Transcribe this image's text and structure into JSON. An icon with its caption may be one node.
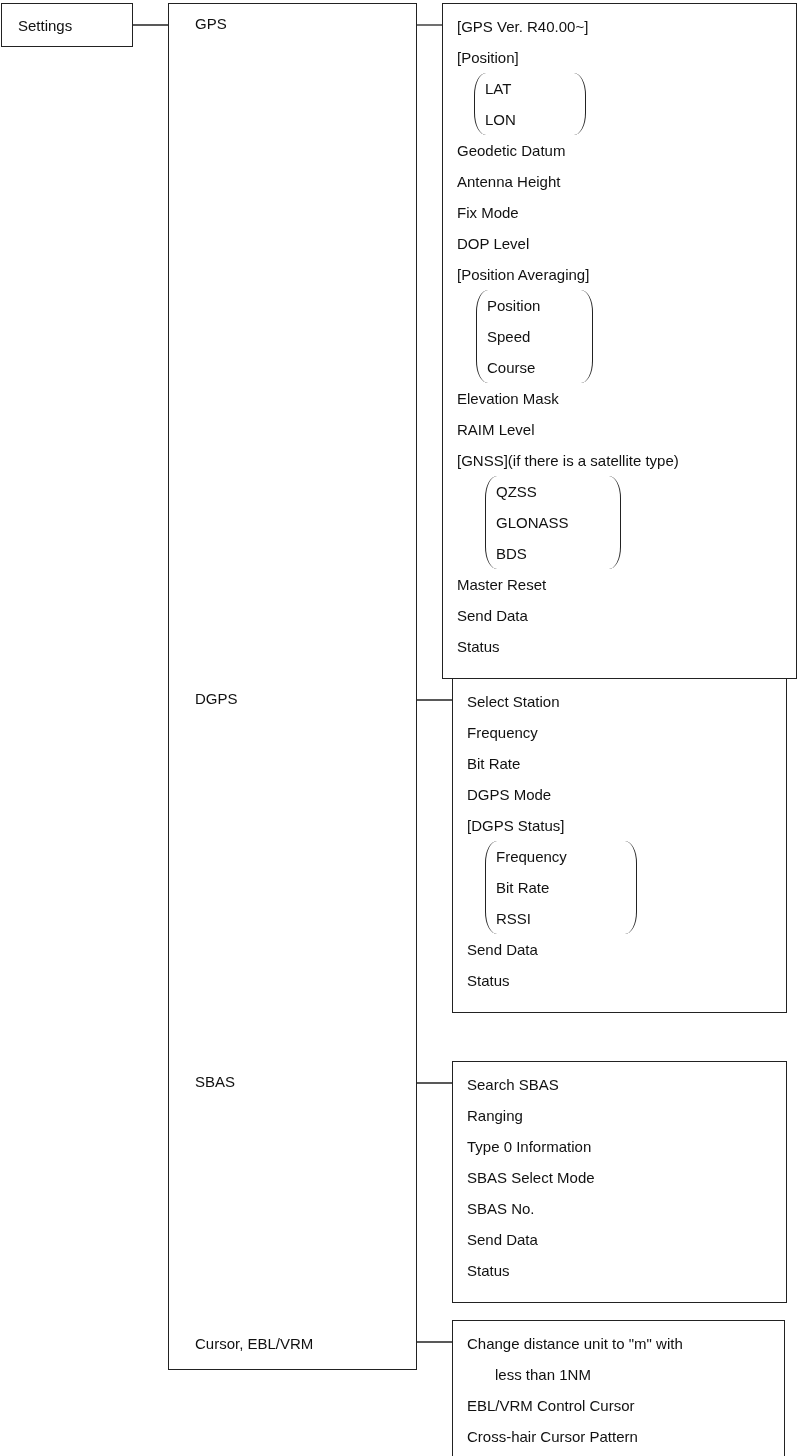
{
  "diagram": {
    "nodes": [
      {
        "text": [
          "Settings"
        ]
      },
      {
        "text": [
          "GPS",
          "DGPS",
          "SBAS",
          "Cursor, EBL/VRM"
        ]
      },
      {
        "text": [
          "[GPS Ver. R40.00~]",
          "[Position]",
          "Geodetic Datum",
          "Antenna Height",
          "Fix Mode",
          "DOP Level",
          "[Position Averaging]",
          "Elevation Mask",
          "RAIM Level",
          "[GNSS](if there is a satellite type)",
          "Master Reset",
          "Send Data",
          "Status"
        ]
      },
      {
        "text": [
          "LAT",
          "LON"
        ],
        "in": 2
      },
      {
        "text": [
          "Position",
          "Speed",
          "Course"
        ],
        "in": 2
      },
      {
        "text": [
          "QZSS",
          "GLONASS",
          "BDS"
        ],
        "in": 2
      },
      {
        "text": [
          "Select Station",
          "Frequency",
          "Bit Rate",
          "DGPS Mode",
          "[DGPS Status]",
          "Send Data",
          "Status"
        ]
      },
      {
        "text": [
          "Frequency",
          "Bit Rate",
          "RSSI"
        ],
        "in": 6
      },
      {
        "text": [
          "Search SBAS",
          "Ranging",
          "Type 0 Information",
          "SBAS Select Mode",
          "SBAS No.",
          "Send Data",
          "Status"
        ]
      },
      {
        "text": [
          "Change distance unit to \"m\" with less than 1NM",
          "EBL/VRM Control Cursor",
          "Cross-hair Cursor Pattern"
        ]
      }
    ],
    "edges": [
      {
        "from": 0,
        "to": 1,
        "arrow": "none"
      },
      {
        "from": 1,
        "to": 2,
        "arrow": "none"
      },
      {
        "from": 1,
        "to": 6,
        "arrow": "none"
      },
      {
        "from": 1,
        "to": 8,
        "arrow": "none"
      },
      {
        "from": 1,
        "to": 9,
        "arrow": "none"
      }
    ]
  }
}
